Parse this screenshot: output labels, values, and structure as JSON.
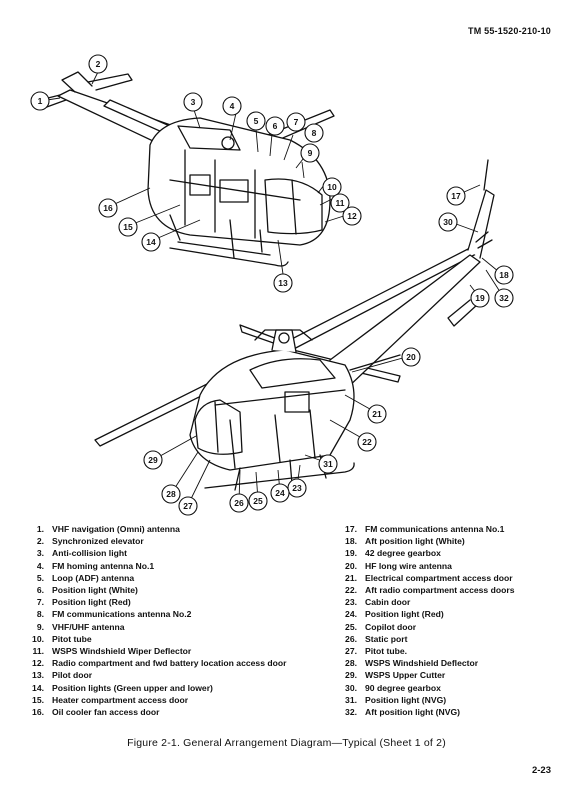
{
  "header": {
    "doc_id": "TM 55-1520-210-10"
  },
  "callouts": [
    "1",
    "2",
    "3",
    "4",
    "5",
    "6",
    "7",
    "8",
    "9",
    "10",
    "11",
    "12",
    "13",
    "14",
    "15",
    "16",
    "17",
    "18",
    "19",
    "20",
    "21",
    "22",
    "23",
    "24",
    "25",
    "26",
    "27",
    "28",
    "29",
    "30",
    "31",
    "32"
  ],
  "legend_left": [
    {
      "num": "1.",
      "label": "VHF navigation (Omni) antenna"
    },
    {
      "num": "2.",
      "label": "Synchronized elevator"
    },
    {
      "num": "3.",
      "label": "Anti-collision light"
    },
    {
      "num": "4.",
      "label": "FM homing antenna No.1"
    },
    {
      "num": "5.",
      "label": "Loop (ADF) antenna"
    },
    {
      "num": "6.",
      "label": "Position light (White)"
    },
    {
      "num": "7.",
      "label": "Position light (Red)"
    },
    {
      "num": "8.",
      "label": "FM communications antenna No.2"
    },
    {
      "num": "9.",
      "label": "VHF/UHF antenna"
    },
    {
      "num": "10.",
      "label": "Pitot tube"
    },
    {
      "num": "11.",
      "label": "WSPS Windshield Wiper Deflector"
    },
    {
      "num": "12.",
      "label": "Radio compartment and fwd battery location access door"
    },
    {
      "num": "13.",
      "label": "Pilot door"
    },
    {
      "num": "14.",
      "label": "Position lights (Green upper and lower)"
    },
    {
      "num": "15.",
      "label": "Heater compartment access door"
    },
    {
      "num": "16.",
      "label": "Oil cooler fan access door"
    }
  ],
  "legend_right": [
    {
      "num": "17.",
      "label": "FM communications antenna No.1"
    },
    {
      "num": "18.",
      "label": "Aft position light (White)"
    },
    {
      "num": "19.",
      "label": "42 degree gearbox"
    },
    {
      "num": "20.",
      "label": "HF long wire antenna"
    },
    {
      "num": "21.",
      "label": "Electrical compartment access door"
    },
    {
      "num": "22.",
      "label": "Aft radio compartment access doors"
    },
    {
      "num": "23.",
      "label": "Cabin door"
    },
    {
      "num": "24.",
      "label": "Position light (Red)"
    },
    {
      "num": "25.",
      "label": "Copilot door"
    },
    {
      "num": "26.",
      "label": "Static port"
    },
    {
      "num": "27.",
      "label": "Pitot tube."
    },
    {
      "num": "28.",
      "label": "WSPS Windshield Deflector"
    },
    {
      "num": "29.",
      "label": "WSPS Upper Cutter"
    },
    {
      "num": "30.",
      "label": "90 degree gearbox"
    },
    {
      "num": "31.",
      "label": "Position light (NVG)"
    },
    {
      "num": "32.",
      "label": "Aft position light (NVG)"
    }
  ],
  "caption": "Figure 2-1. General Arrangement Diagram—Typical (Sheet 1 of 2)",
  "page_number": "2-23"
}
